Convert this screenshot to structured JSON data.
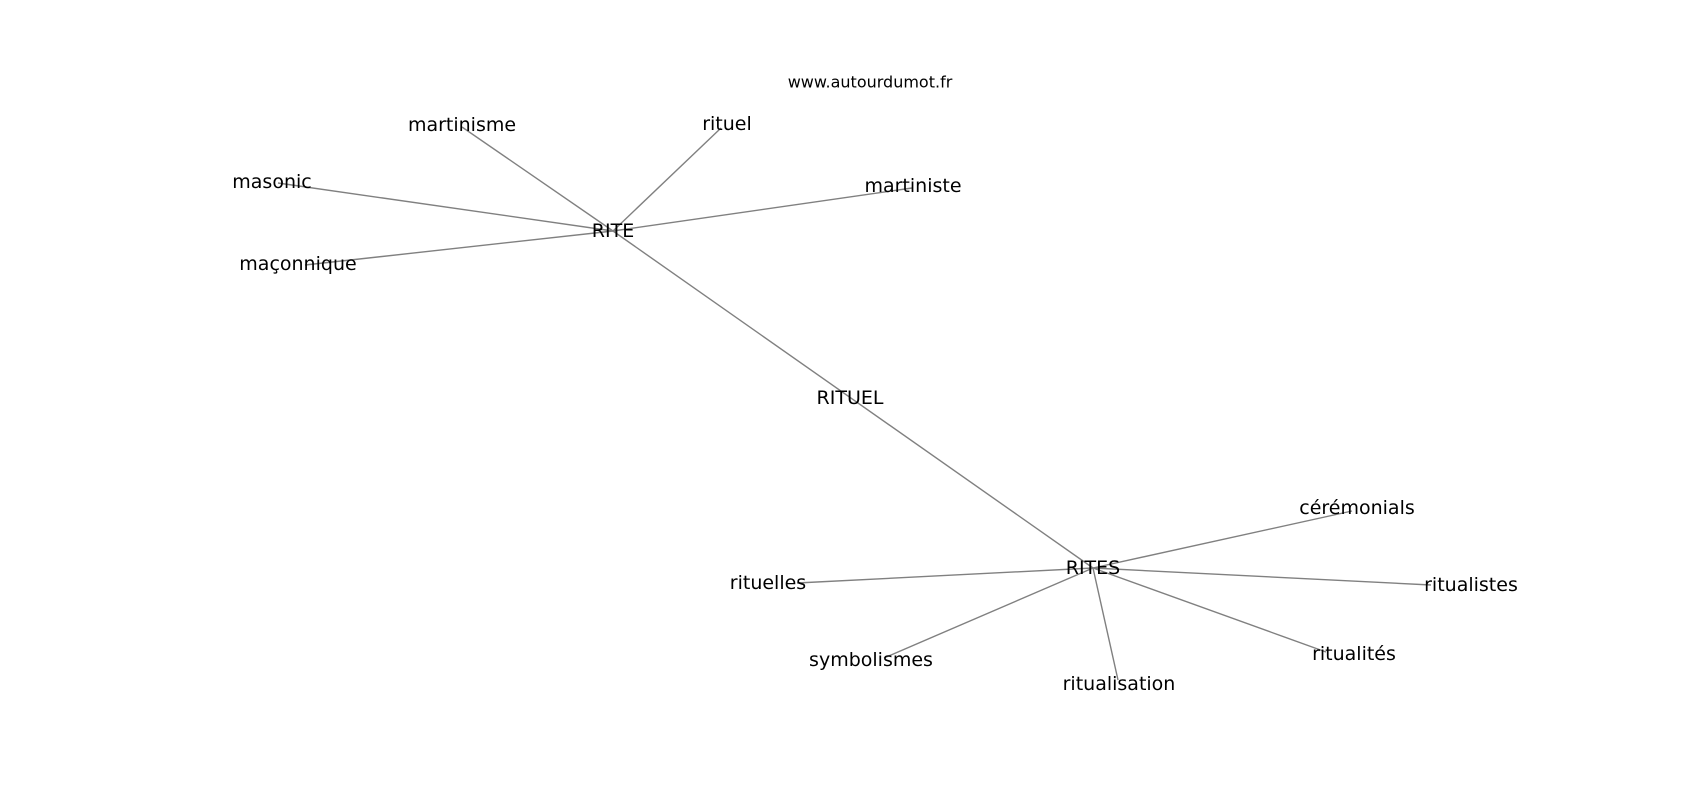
{
  "watermark": "www.autourdumot.fr",
  "graph": {
    "nodes": [
      {
        "id": "RITE",
        "label": "RITE"
      },
      {
        "id": "RITUEL",
        "label": "RITUEL"
      },
      {
        "id": "RITES",
        "label": "RITES"
      },
      {
        "id": "martinisme",
        "label": "martinisme"
      },
      {
        "id": "rituel",
        "label": "rituel"
      },
      {
        "id": "masonic",
        "label": "masonic"
      },
      {
        "id": "martiniste",
        "label": "martiniste"
      },
      {
        "id": "maconnique",
        "label": "maçonnique"
      },
      {
        "id": "ceremonials",
        "label": "cérémonials"
      },
      {
        "id": "rituelles",
        "label": "rituelles"
      },
      {
        "id": "ritualistes",
        "label": "ritualistes"
      },
      {
        "id": "ritualites",
        "label": "ritualités"
      },
      {
        "id": "symbolismes",
        "label": "symbolismes"
      },
      {
        "id": "ritualisation",
        "label": "ritualisation"
      }
    ],
    "edges": [
      [
        "RITE",
        "martinisme"
      ],
      [
        "RITE",
        "rituel"
      ],
      [
        "RITE",
        "masonic"
      ],
      [
        "RITE",
        "martiniste"
      ],
      [
        "RITE",
        "maconnique"
      ],
      [
        "RITE",
        "RITES"
      ],
      [
        "RITES",
        "ceremonials"
      ],
      [
        "RITES",
        "rituelles"
      ],
      [
        "RITES",
        "ritualistes"
      ],
      [
        "RITES",
        "ritualites"
      ],
      [
        "RITES",
        "symbolismes"
      ],
      [
        "RITES",
        "ritualisation"
      ]
    ]
  }
}
